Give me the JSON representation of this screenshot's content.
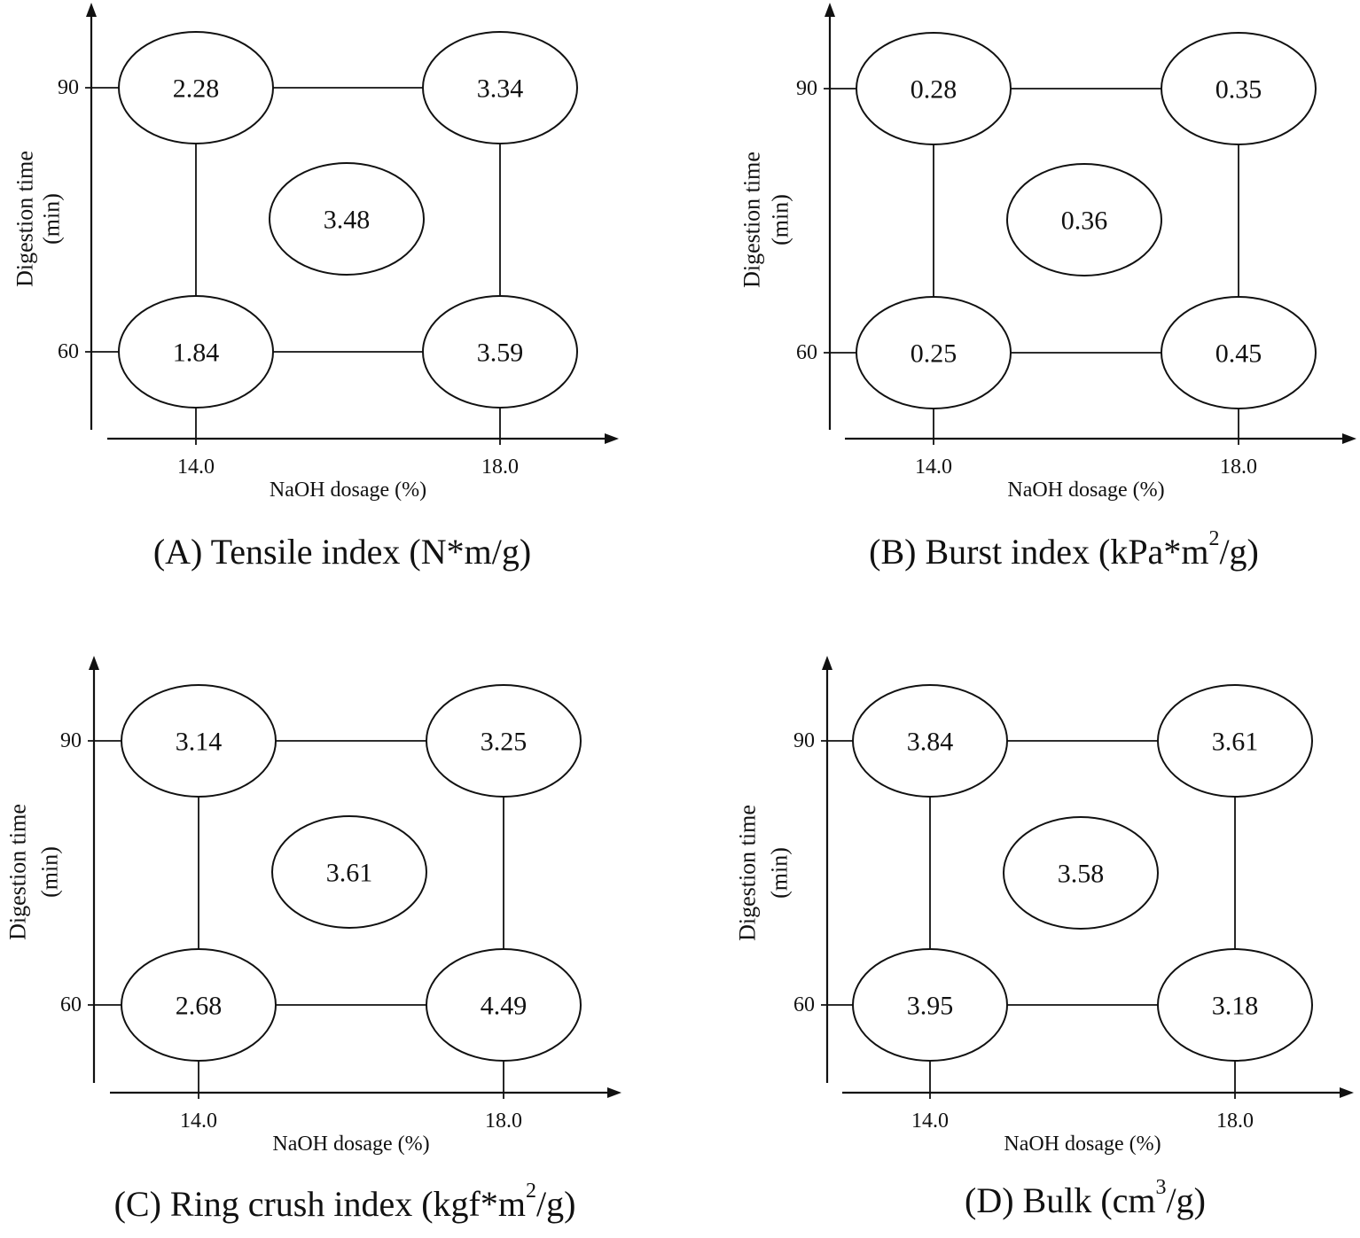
{
  "chart_data": [
    {
      "type": "diagram",
      "id": "A",
      "caption": {
        "prefix": "(A) Tensile index (N*m/g)",
        "sup": "",
        "suffix": ""
      },
      "xlabel": "NaOH dosage (%)",
      "ylabel_line1": "Digestion time",
      "ylabel_line2": "(min)",
      "x_ticks": [
        "14.0",
        "18.0"
      ],
      "y_ticks": [
        "60",
        "90"
      ],
      "corners": {
        "x14_y90": "2.28",
        "x18_y90": "3.34",
        "x14_y60": "1.84",
        "x18_y60": "3.59"
      },
      "center": "3.48"
    },
    {
      "type": "diagram",
      "id": "B",
      "caption": {
        "prefix": "(B) Burst index (kPa*m",
        "sup": "2",
        "suffix": "/g)"
      },
      "xlabel": "NaOH dosage (%)",
      "ylabel_line1": "Digestion time",
      "ylabel_line2": "(min)",
      "x_ticks": [
        "14.0",
        "18.0"
      ],
      "y_ticks": [
        "60",
        "90"
      ],
      "corners": {
        "x14_y90": "0.28",
        "x18_y90": "0.35",
        "x14_y60": "0.25",
        "x18_y60": "0.45"
      },
      "center": "0.36"
    },
    {
      "type": "diagram",
      "id": "C",
      "caption": {
        "prefix": "(C) Ring crush index (kgf*m",
        "sup": "2",
        "suffix": "/g)"
      },
      "xlabel": "NaOH dosage (%)",
      "ylabel_line1": "Digestion time",
      "ylabel_line2": "(min)",
      "x_ticks": [
        "14.0",
        "18.0"
      ],
      "y_ticks": [
        "60",
        "90"
      ],
      "corners": {
        "x14_y90": "3.14",
        "x18_y90": "3.25",
        "x14_y60": "2.68",
        "x18_y60": "4.49"
      },
      "center": "3.61"
    },
    {
      "type": "diagram",
      "id": "D",
      "caption": {
        "prefix": "(D) Bulk (cm",
        "sup": "3",
        "suffix": "/g)"
      },
      "xlabel": "NaOH dosage (%)",
      "ylabel_line1": "Digestion time",
      "ylabel_line2": "(min)",
      "x_ticks": [
        "14.0",
        "18.0"
      ],
      "y_ticks": [
        "60",
        "90"
      ],
      "corners": {
        "x14_y90": "3.84",
        "x18_y90": "3.61",
        "x14_y60": "3.95",
        "x18_y60": "3.18"
      },
      "center": "3.58"
    }
  ]
}
